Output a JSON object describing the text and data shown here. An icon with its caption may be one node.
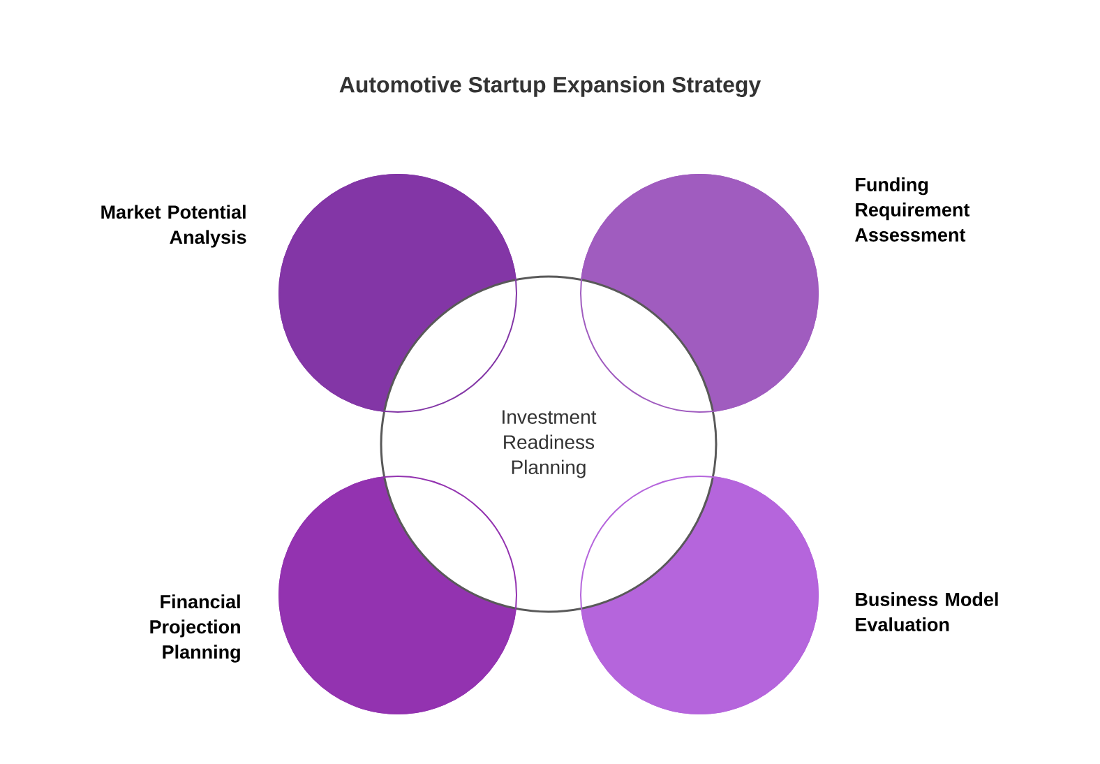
{
  "diagram": {
    "title": "Automotive Startup Expansion Strategy",
    "nodes": [
      {
        "text": [],
        "shape": "circle",
        "beside": [
          "Market Potential Analysis"
        ]
      },
      {
        "text": [],
        "shape": "circle",
        "beside": [
          "Funding Requirement Assessment"
        ]
      },
      {
        "text": [
          "Investment Readiness Planning"
        ]
      },
      {
        "text": [],
        "shape": "circle",
        "beside": [
          "Financial Projection Planning"
        ]
      },
      {
        "text": [],
        "shape": "circle",
        "beside": [
          "Business Model Evaluation"
        ]
      }
    ]
  }
}
